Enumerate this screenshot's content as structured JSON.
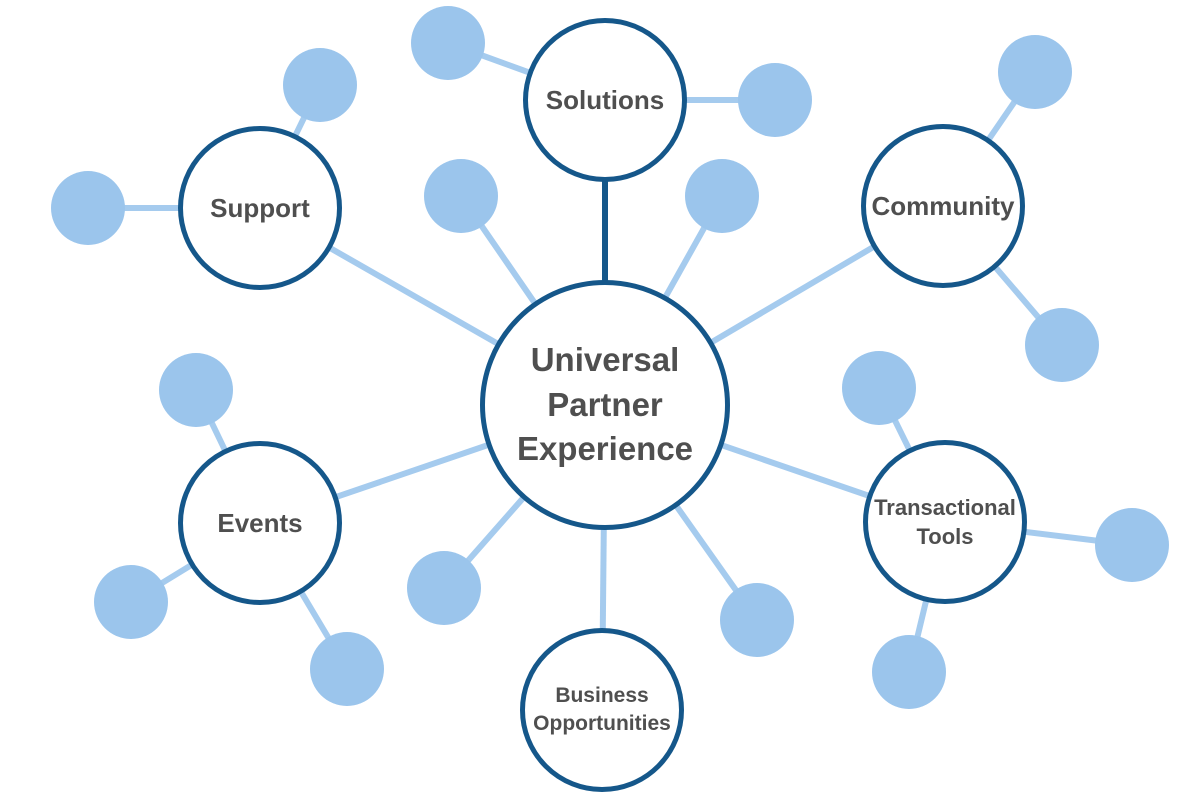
{
  "diagram": {
    "title": "Universal Partner Experience",
    "colors": {
      "background": "#ffffff",
      "node-border": "#15578a",
      "satellite-fill": "#9bc5ec",
      "connector-light": "#a5cbee",
      "connector-dark": "#15578a",
      "label-text": "#4f4f4f"
    },
    "hub": {
      "label": "Universal Partner Experience",
      "satellite_dot_count": 4
    },
    "spokes": [
      {
        "label": "Solutions",
        "connector_style": "dark",
        "satellite_dot_count": 2
      },
      {
        "label": "Support",
        "connector_style": "light",
        "satellite_dot_count": 2
      },
      {
        "label": "Community",
        "connector_style": "light",
        "satellite_dot_count": 2
      },
      {
        "label": "Events",
        "connector_style": "light",
        "satellite_dot_count": 3
      },
      {
        "label": "Transactional Tools",
        "connector_style": "light",
        "satellite_dot_count": 3
      },
      {
        "label": "Business Opportunities",
        "connector_style": "light",
        "satellite_dot_count": 0
      }
    ]
  }
}
